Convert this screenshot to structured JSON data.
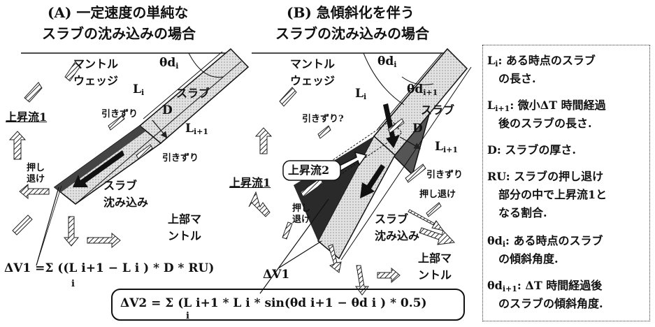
{
  "panel_a": {
    "title_1": "(A) 一定速度の単純な",
    "title_2": "スラブの沈み込みの場合",
    "theta": "θd",
    "theta_sub": "i",
    "mantle_wedge_1": "マントル",
    "mantle_wedge_2": "ウェッジ",
    "li": "L",
    "li_sub": "i",
    "slab": "スラブ",
    "d": "D",
    "li1": "L",
    "li1_sub": "i+1",
    "upwelling": "上昇流1",
    "drag_1": "引きずり",
    "drag_2": "引きずり",
    "push_1": "押し",
    "push_2": "退け",
    "subduct_1": "スラブ",
    "subduct_2": "沈み込み",
    "upper_mantle_1": "上部マ",
    "upper_mantle_2": "ントル",
    "formula": "ΔV1 =Σ ((L i+1 − L i ) * D * RU)",
    "formula_sub": "i"
  },
  "panel_b": {
    "title_1": "(B) 急傾斜化を伴う",
    "title_2": "スラブの沈み込みの場合",
    "theta": "θd",
    "theta_sub": "i",
    "theta1": "θd",
    "theta1_sub": "i+1",
    "mantle_wedge_1": "マントル",
    "mantle_wedge_2": "ウェッジ",
    "li": "L",
    "li_sub": "i",
    "slab": "スラブ",
    "d": "D",
    "li1": "L",
    "li1_sub": "i+1",
    "drag_q": "引きずり?",
    "upwelling2": "上昇流2",
    "upwelling1": "上昇流1",
    "drag": "引きずり",
    "push": "押し退け",
    "push_1": "押し",
    "push_2": "退け",
    "subduct_1": "スラブ",
    "subduct_2": "沈み込み",
    "upper_mantle_1": "上部マ",
    "upper_mantle_2": "ントル",
    "dv1": "ΔV1",
    "formula2": "ΔV2 = Σ (L i+1 * L i * sin(θd i+1 − θd i ) * 0.5)",
    "formula2_sub": "i"
  },
  "legend": {
    "items": [
      {
        "sym": "L",
        "sub": "i",
        "text_1": ": ある時点のスラブ",
        "text_2": "の長さ."
      },
      {
        "sym": "L",
        "sub": "i+1",
        "text_1": ": 微小ΔT 時間経過",
        "text_2": "後のスラブの長さ."
      },
      {
        "sym": "D",
        "sub": "",
        "text_1": ": スラブの厚さ.",
        "text_2": ""
      },
      {
        "sym": "RU",
        "sub": "",
        "text_1": ": スラブの押し退け",
        "text_2": "部分の中で上昇流1と",
        "text_3": "なる割合."
      },
      {
        "sym": "θd",
        "sub": "i",
        "text_1": ": ある時点のスラブ",
        "text_2": "の傾斜角度."
      },
      {
        "sym": "θd",
        "sub": "i+1",
        "text_1": ": ΔT 時間経過後",
        "text_2": "のスラブの傾斜角度."
      }
    ]
  }
}
